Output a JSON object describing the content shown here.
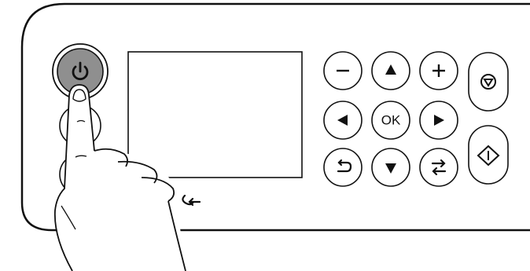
{
  "control_panel": {
    "power_button": {
      "icon": "power-icon",
      "state": "pressed",
      "color": "#8f8f8f"
    },
    "side_buttons": [
      {
        "icon": "blank",
        "state": "normal"
      },
      {
        "icon": "blank",
        "state": "normal"
      }
    ],
    "lcd_screen": {
      "content": ""
    },
    "fax_indicator": {
      "icon": "fax-received-icon"
    },
    "keypad": {
      "minus": {
        "icon": "minus-icon"
      },
      "up": {
        "icon": "arrow-up-icon"
      },
      "plus": {
        "icon": "plus-icon"
      },
      "left": {
        "icon": "arrow-left-icon"
      },
      "ok": {
        "label": "OK"
      },
      "right": {
        "icon": "arrow-right-icon"
      },
      "back": {
        "icon": "back-icon"
      },
      "down": {
        "icon": "arrow-down-icon"
      },
      "switch": {
        "icon": "switch-icon"
      }
    },
    "stop_button": {
      "icon": "stop-icon"
    },
    "start_button": {
      "icon": "start-icon"
    }
  },
  "colors": {
    "line": "#111111",
    "power_fill": "#8f8f8f",
    "background": "#ffffff"
  }
}
